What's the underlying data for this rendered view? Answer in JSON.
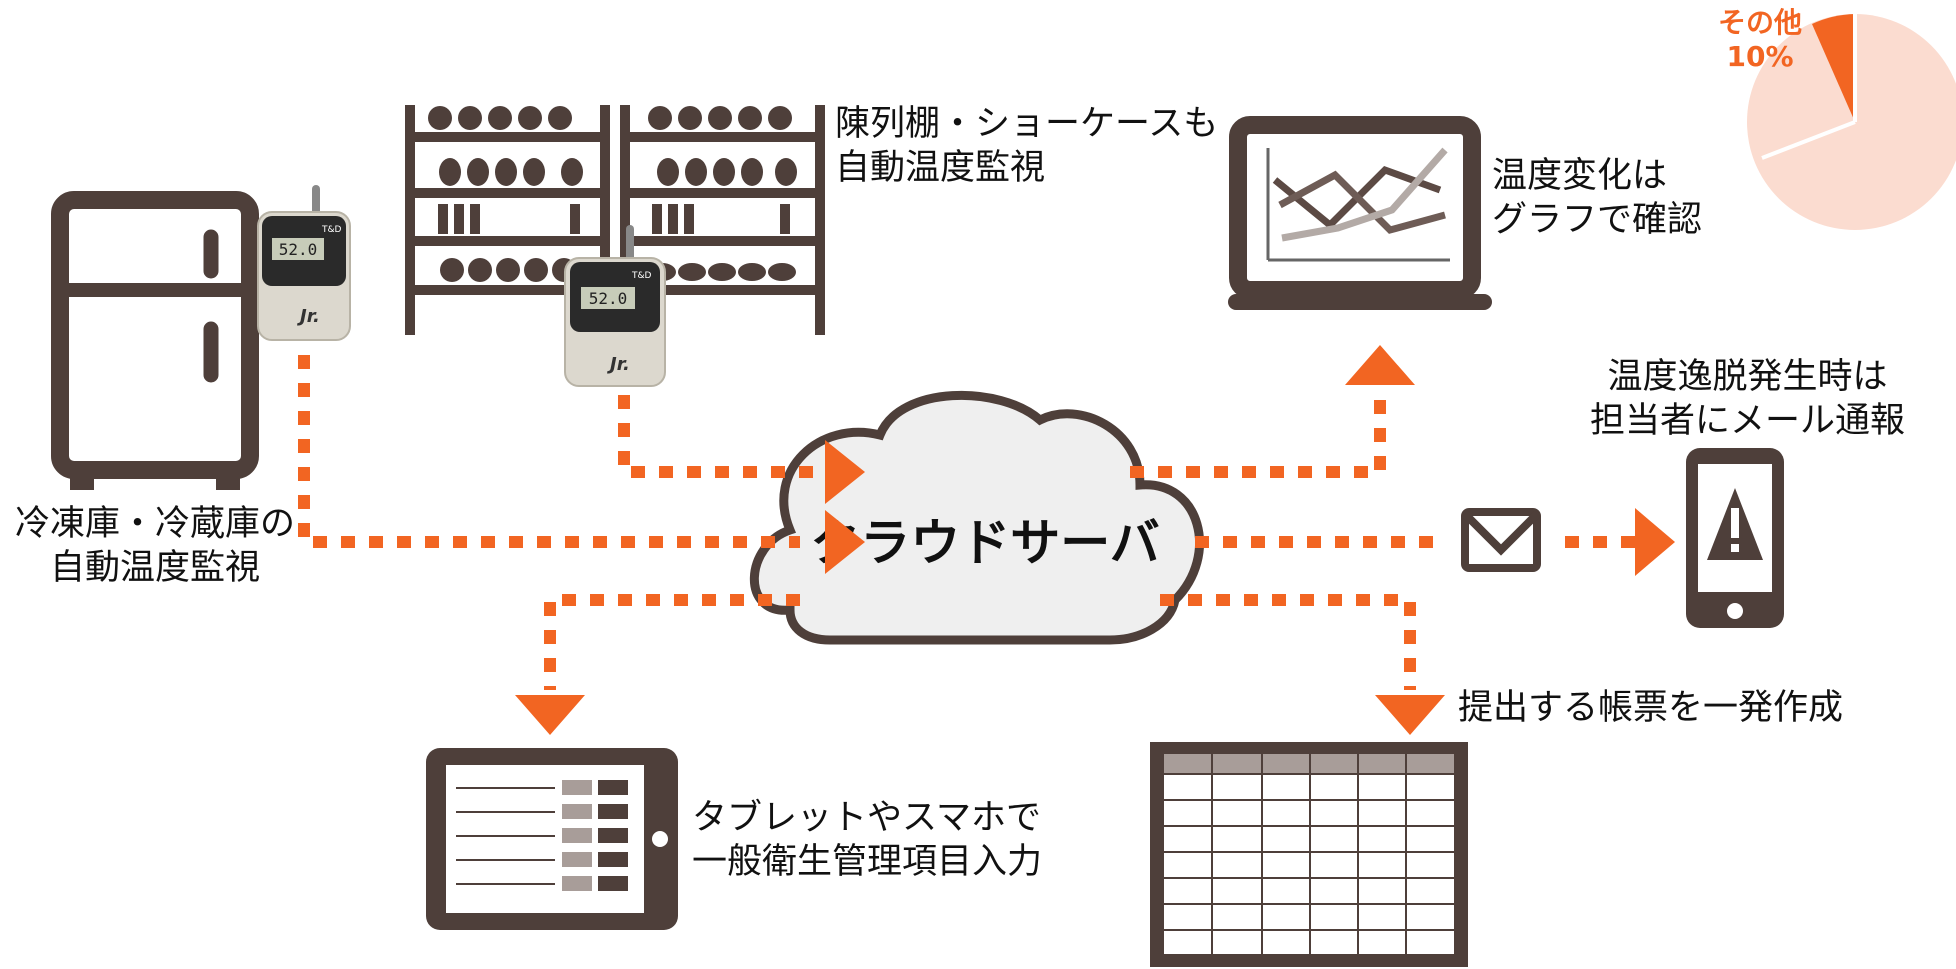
{
  "cloud": {
    "title": "クラウドサーバ"
  },
  "labels": {
    "freezer": [
      "冷凍庫・冷蔵庫の",
      "自動温度監視"
    ],
    "shelf": [
      "陳列棚・ショーケースも",
      "自動温度監視"
    ],
    "graph": [
      "温度変化は",
      "グラフで確認"
    ],
    "alert": [
      "温度逸脱発生時は",
      "担当者にメール通報"
    ],
    "report": "提出する帳票を一発作成",
    "tablet": [
      "タブレットやスマホで",
      "一般衛生管理項目入力"
    ]
  },
  "pie": {
    "label": "その他",
    "percent": "10%"
  },
  "device": {
    "display": "52.0",
    "brand": "T&D",
    "name": "Jr."
  },
  "colors": {
    "accent": "#F26522",
    "icon": "#4E3F3A",
    "cloud_fill": "#EFEFEF",
    "pie_light": "#FBDCD0"
  }
}
